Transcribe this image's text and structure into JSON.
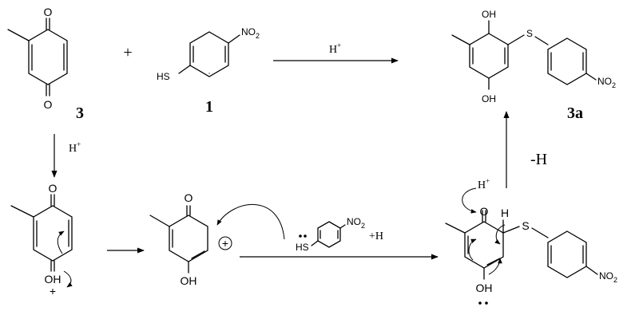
{
  "atoms": {
    "O": "O",
    "OH": "OH",
    "SH": "SH",
    "HS": "HS",
    "S": "S",
    "H": "H",
    "NO": "NO",
    "two": "2",
    "plus": "+"
  },
  "reagents": {
    "plus_sign": "+",
    "H": "H",
    "Hplus_sup": "+",
    "minus_H": "-H",
    "plus_H": "+H"
  },
  "labels": {
    "compound_3": "3",
    "compound_1": "1",
    "compound_3a": "3a"
  }
}
